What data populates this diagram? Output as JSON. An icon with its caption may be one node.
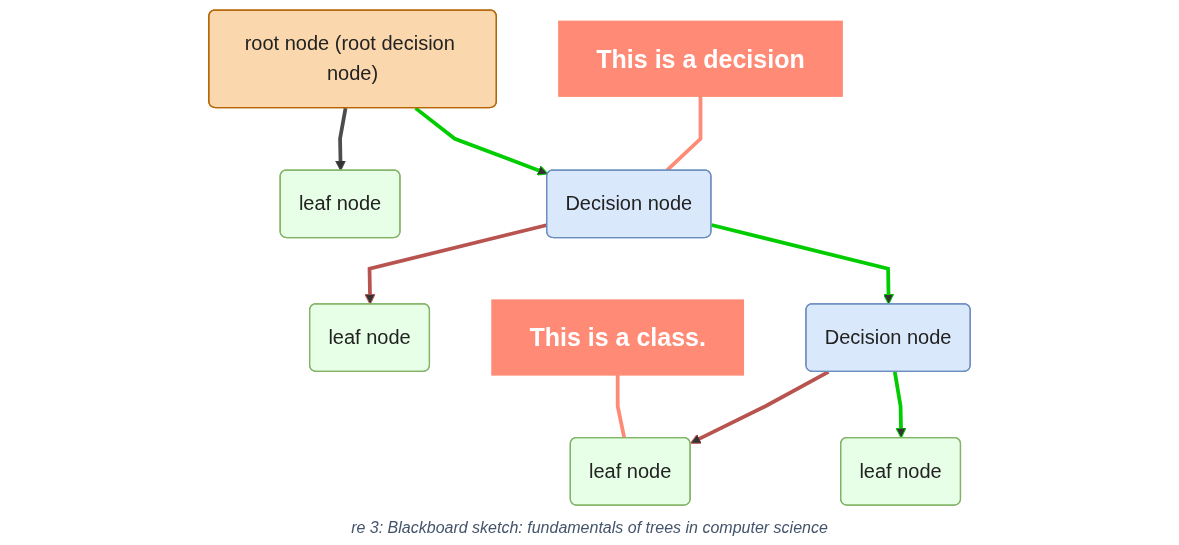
{
  "diagram": {
    "caption": "re 3: Blackboard sketch: fundamentals of trees in computer science",
    "nodes": [
      {
        "text": [
          "root node (root decision node)"
        ]
      },
      {
        "text": [
          "leaf node"
        ]
      },
      {
        "text": [
          "Decision node"
        ]
      },
      {
        "text": [
          "This is a decision"
        ]
      },
      {
        "text": [
          "leaf node"
        ]
      },
      {
        "text": [
          "Decision node"
        ]
      },
      {
        "text": [
          "This is a class."
        ]
      },
      {
        "text": [
          "leaf node"
        ]
      },
      {
        "text": [
          "leaf node"
        ]
      }
    ],
    "edges": [
      {
        "from": 0,
        "to": 1,
        "arrow": "to",
        "color": "#4d4d4d"
      },
      {
        "from": 0,
        "to": 2,
        "arrow": "to",
        "color": "#00cc00"
      },
      {
        "from": 3,
        "to": 2,
        "arrow": "none",
        "color": "#ff8a75"
      },
      {
        "from": 2,
        "to": 4,
        "arrow": "to",
        "color": "#b85450"
      },
      {
        "from": 2,
        "to": 5,
        "arrow": "to",
        "color": "#00cc00"
      },
      {
        "from": 6,
        "to": 7,
        "arrow": "none",
        "color": "#ff8a75"
      },
      {
        "from": 5,
        "to": 7,
        "arrow": "to",
        "color": "#b85450"
      },
      {
        "from": 5,
        "to": 8,
        "arrow": "to",
        "color": "#00cc00"
      }
    ]
  }
}
